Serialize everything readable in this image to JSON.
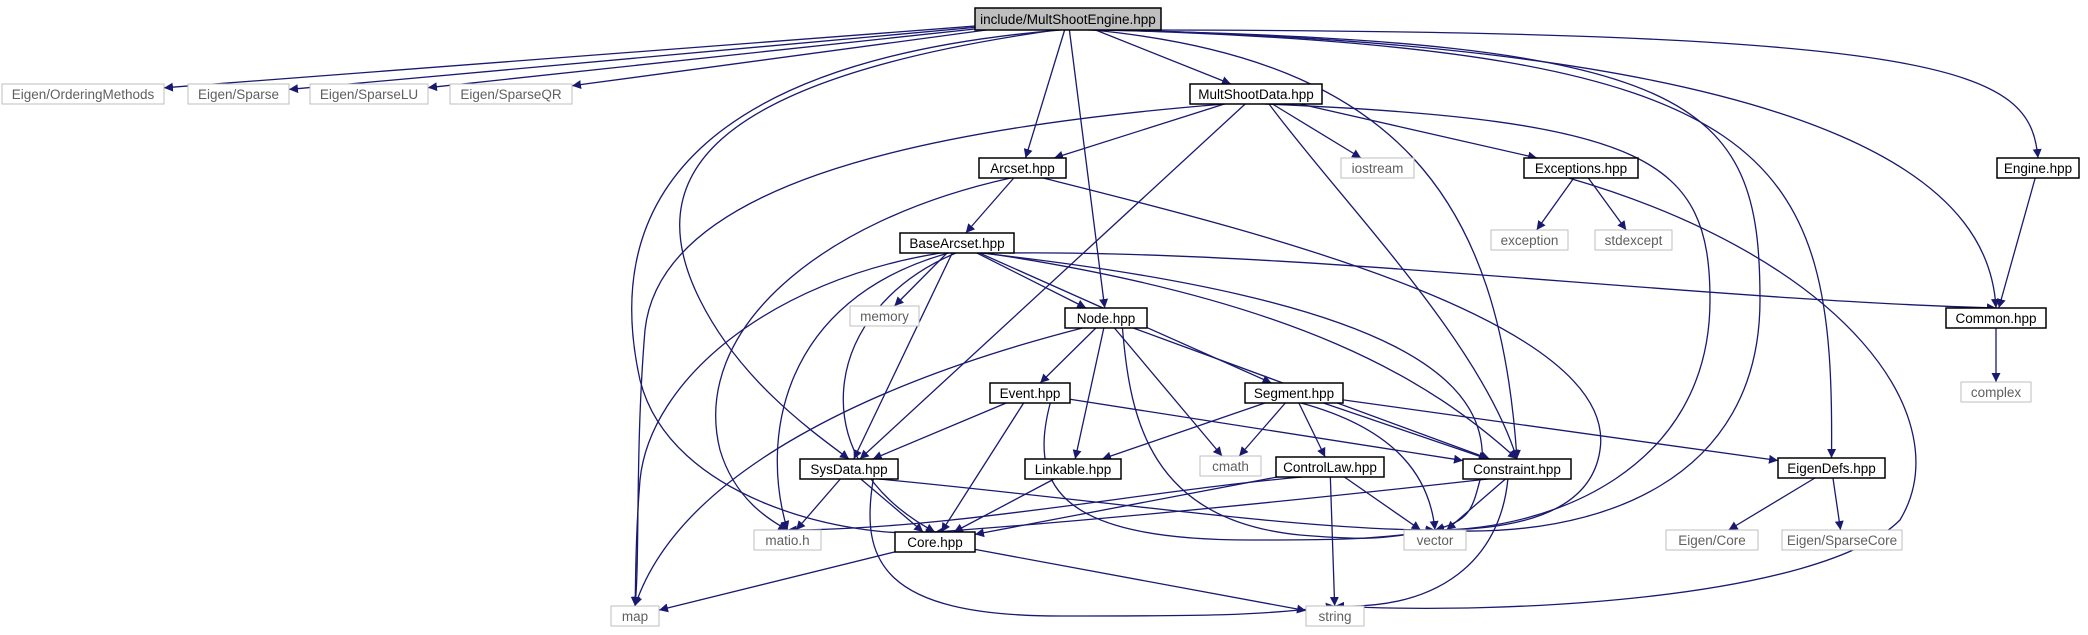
{
  "diagram": {
    "title": "include/MultShootEngine.hpp",
    "colors": {
      "edge": "#191970",
      "root_fill": "#bfbfbf",
      "node_border": "#000000",
      "ext_border": "#bfbfbf",
      "ext_text": "#606060",
      "text": "#000000"
    },
    "nodes": [
      {
        "id": "root",
        "label": "include/MultShootEngine.hpp",
        "kind": "root"
      },
      {
        "id": "eigen_ordering",
        "label": "Eigen/OrderingMethods",
        "kind": "external"
      },
      {
        "id": "eigen_sparse",
        "label": "Eigen/Sparse",
        "kind": "external"
      },
      {
        "id": "eigen_sparselu",
        "label": "Eigen/SparseLU",
        "kind": "external"
      },
      {
        "id": "eigen_sparseqr",
        "label": "Eigen/SparseQR",
        "kind": "external"
      },
      {
        "id": "multshootdata",
        "label": "MultShootData.hpp",
        "kind": "file"
      },
      {
        "id": "engine",
        "label": "Engine.hpp",
        "kind": "file"
      },
      {
        "id": "arcset",
        "label": "Arcset.hpp",
        "kind": "file"
      },
      {
        "id": "iostream",
        "label": "iostream",
        "kind": "external"
      },
      {
        "id": "exceptions",
        "label": "Exceptions.hpp",
        "kind": "file"
      },
      {
        "id": "basearcset",
        "label": "BaseArcset.hpp",
        "kind": "file"
      },
      {
        "id": "exception",
        "label": "exception",
        "kind": "external"
      },
      {
        "id": "stdexcept",
        "label": "stdexcept",
        "kind": "external"
      },
      {
        "id": "memory",
        "label": "memory",
        "kind": "external"
      },
      {
        "id": "node",
        "label": "Node.hpp",
        "kind": "file"
      },
      {
        "id": "common",
        "label": "Common.hpp",
        "kind": "file"
      },
      {
        "id": "complex",
        "label": "complex",
        "kind": "external"
      },
      {
        "id": "event",
        "label": "Event.hpp",
        "kind": "file"
      },
      {
        "id": "segment",
        "label": "Segment.hpp",
        "kind": "file"
      },
      {
        "id": "sysdata",
        "label": "SysData.hpp",
        "kind": "file"
      },
      {
        "id": "linkable",
        "label": "Linkable.hpp",
        "kind": "file"
      },
      {
        "id": "cmath",
        "label": "cmath",
        "kind": "external"
      },
      {
        "id": "controllaw",
        "label": "ControlLaw.hpp",
        "kind": "file"
      },
      {
        "id": "constraint",
        "label": "Constraint.hpp",
        "kind": "file"
      },
      {
        "id": "eigendefs",
        "label": "EigenDefs.hpp",
        "kind": "file"
      },
      {
        "id": "matio",
        "label": "matio.h",
        "kind": "external"
      },
      {
        "id": "core",
        "label": "Core.hpp",
        "kind": "file"
      },
      {
        "id": "vector",
        "label": "vector",
        "kind": "external"
      },
      {
        "id": "eigen_core",
        "label": "Eigen/Core",
        "kind": "external"
      },
      {
        "id": "eigen_sparsecore",
        "label": "Eigen/SparseCore",
        "kind": "external"
      },
      {
        "id": "map",
        "label": "map",
        "kind": "external"
      },
      {
        "id": "string",
        "label": "string",
        "kind": "external"
      }
    ],
    "edges": [
      [
        "root",
        "eigen_ordering"
      ],
      [
        "root",
        "eigen_sparse"
      ],
      [
        "root",
        "eigen_sparselu"
      ],
      [
        "root",
        "eigen_sparseqr"
      ],
      [
        "root",
        "multshootdata"
      ],
      [
        "root",
        "arcset"
      ],
      [
        "root",
        "node"
      ],
      [
        "root",
        "sysdata"
      ],
      [
        "root",
        "core"
      ],
      [
        "root",
        "constraint"
      ],
      [
        "root",
        "vector"
      ],
      [
        "root",
        "eigendefs"
      ],
      [
        "root",
        "common"
      ],
      [
        "root",
        "engine"
      ],
      [
        "multshootdata",
        "arcset"
      ],
      [
        "multshootdata",
        "map"
      ],
      [
        "multshootdata",
        "sysdata"
      ],
      [
        "multshootdata",
        "iostream"
      ],
      [
        "multshootdata",
        "exceptions"
      ],
      [
        "multshootdata",
        "constraint"
      ],
      [
        "multshootdata",
        "vector"
      ],
      [
        "engine",
        "common"
      ],
      [
        "arcset",
        "basearcset"
      ],
      [
        "arcset",
        "matio"
      ],
      [
        "arcset",
        "vector"
      ],
      [
        "exceptions",
        "exception"
      ],
      [
        "exceptions",
        "stdexcept"
      ],
      [
        "exceptions",
        "string"
      ],
      [
        "basearcset",
        "memory"
      ],
      [
        "basearcset",
        "node"
      ],
      [
        "basearcset",
        "segment"
      ],
      [
        "basearcset",
        "sysdata"
      ],
      [
        "basearcset",
        "matio"
      ],
      [
        "basearcset",
        "core"
      ],
      [
        "basearcset",
        "map"
      ],
      [
        "basearcset",
        "constraint"
      ],
      [
        "basearcset",
        "vector"
      ],
      [
        "basearcset",
        "common"
      ],
      [
        "common",
        "complex"
      ],
      [
        "node",
        "event"
      ],
      [
        "node",
        "linkable"
      ],
      [
        "node",
        "cmath"
      ],
      [
        "node",
        "constraint"
      ],
      [
        "node",
        "vector"
      ],
      [
        "node",
        "map"
      ],
      [
        "event",
        "sysdata"
      ],
      [
        "event",
        "core"
      ],
      [
        "event",
        "constraint"
      ],
      [
        "event",
        "vector"
      ],
      [
        "segment",
        "linkable"
      ],
      [
        "segment",
        "cmath"
      ],
      [
        "segment",
        "controllaw"
      ],
      [
        "segment",
        "constraint"
      ],
      [
        "segment",
        "vector"
      ],
      [
        "segment",
        "eigendefs"
      ],
      [
        "sysdata",
        "matio"
      ],
      [
        "sysdata",
        "core"
      ],
      [
        "sysdata",
        "vector"
      ],
      [
        "sysdata",
        "string"
      ],
      [
        "linkable",
        "core"
      ],
      [
        "controllaw",
        "matio"
      ],
      [
        "controllaw",
        "core"
      ],
      [
        "controllaw",
        "vector"
      ],
      [
        "controllaw",
        "string"
      ],
      [
        "constraint",
        "core"
      ],
      [
        "constraint",
        "vector"
      ],
      [
        "constraint",
        "string"
      ],
      [
        "eigendefs",
        "eigen_core"
      ],
      [
        "eigendefs",
        "eigen_sparsecore"
      ],
      [
        "core",
        "map"
      ],
      [
        "core",
        "string"
      ]
    ]
  }
}
